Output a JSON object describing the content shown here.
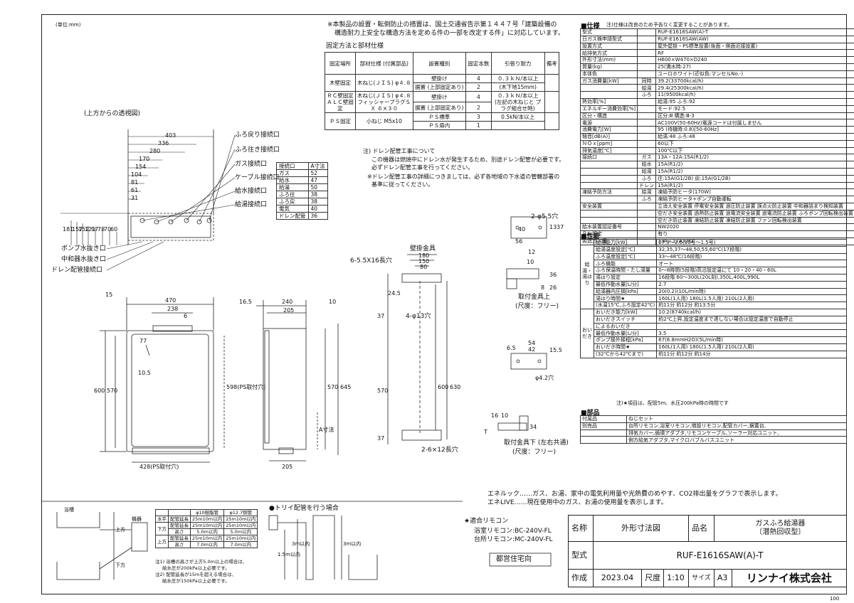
{
  "unit_note": "(単位:mm)",
  "install_notice": [
    "※本製品の設置・転倒防止の措置は、国土交通省告示第１４４７号「建築設備の",
    "構造耐力上安全な構造方法を定める件の一部を改定する件」に対応しています。"
  ],
  "fix_table": {
    "title": "固定方法と部材仕様",
    "headers": [
      "固定場所",
      "部材仕様 (付属部品)",
      "設置種別",
      "固定本数",
      "引張り耐力",
      "備考"
    ],
    "rows": [
      [
        "木壁固定",
        "木ねじ(ＪＩＳ) φ４.８",
        "壁掛け",
        "4",
        "０.３ｋＮ/本以上",
        ""
      ],
      [
        "",
        "",
        "据置 (上部固定あり)",
        "2",
        "(木下地15mm)",
        ""
      ],
      [
        "ＲＣ壁固定 ＡＬＣ壁固定",
        "木ねじ(ＪＩＳ) φ４.８ フィッシャープラグＳＸ ６×３０",
        "壁掛け",
        "4",
        "０.３ｋＮ/本以上 (左記の木ねじと プラグ組合せ時)",
        ""
      ],
      [
        "",
        "",
        "据置 (上部固定あり)",
        "2",
        "",
        ""
      ],
      [
        "ＰＳ固定",
        "小ねじ M5x10",
        "ＰＳ標準",
        "3",
        "0.5kN/本以上",
        ""
      ],
      [
        "",
        "",
        "ＰＳ扉内",
        "1",
        "",
        ""
      ]
    ]
  },
  "drain_note": [
    "注) ドレン配管工事について",
    "この機器は燃焼中にドレン水が発生するため、別途ドレン配管が必要です。",
    "必ずドレン配管工事を行ってください。",
    "※ドレン配管工事の詳細につきましては、必ず各地域の下水道の管轄部署の",
    "基準に従ってください。"
  ],
  "top_view": {
    "label": "(上方からの透視図)",
    "dims": [
      "403",
      "336",
      "280",
      "170",
      "154",
      "104",
      "81",
      "61",
      "31"
    ],
    "vdims": [
      "181",
      "157",
      "152",
      "121",
      "97",
      "78",
      "70",
      "60"
    ],
    "callouts": [
      "ふろ戻り接続口",
      "ふろ往き接続口",
      "ガス接続口",
      "ケーブル接続口",
      "給水接続口",
      "給湯接続口",
      "ポンプ水抜き口",
      "中和器水抜き口",
      "ドレン配管接続口"
    ]
  },
  "conn_table": {
    "headers": [
      "接続口",
      "A寸法"
    ],
    "rows": [
      [
        "ガス",
        "52"
      ],
      [
        "給水",
        "47"
      ],
      [
        "給湯",
        "50"
      ],
      [
        "ふろ往",
        "38"
      ],
      [
        "ふろ戻",
        "38"
      ],
      [
        "電気",
        "40"
      ],
      [
        "ドレン配管",
        "36"
      ]
    ]
  },
  "front_view": {
    "dims": [
      "470",
      "238",
      "6",
      "15",
      "77",
      "10.5",
      "600",
      "570",
      "598(PS取付穴)",
      "428(PS取付穴)"
    ]
  },
  "side_view": {
    "dims": [
      "16.5",
      "240",
      "10",
      "205",
      "570",
      "645",
      "205",
      "A寸法"
    ]
  },
  "bracket_view": {
    "labels": [
      "壁掛金具",
      "6-5.5X16長穴",
      "4-φ13穴",
      "2-6×12長穴"
    ],
    "dims": [
      "180",
      "150",
      "80",
      "24.5",
      "37",
      "570",
      "600",
      "630",
      "37"
    ]
  },
  "fitting_top": {
    "labels": [
      "2-φ5.5穴",
      "取付金具上",
      "(尺度：フリー)"
    ],
    "dims": [
      "40",
      "56",
      "13",
      "37",
      "12",
      "10",
      "36",
      "8",
      "26"
    ]
  },
  "fitting_bottom": {
    "labels": [
      "取付金具下 (左右共通)",
      "(尺度：フリー)"
    ],
    "dims": [
      "54",
      "42",
      "6.5",
      "15.5",
      "φ4.2穴",
      "16",
      "10",
      "34",
      "T"
    ]
  },
  "spec": {
    "heading": "■仕様",
    "note": "注)仕様は改良のため予告なく変更することがあります。",
    "rows": [
      {
        "label": "型式",
        "sub": "",
        "value": "RUF-E1616SAW(A)-T"
      },
      {
        "label": "日ガス検申請型式",
        "sub": "",
        "value": "RUF-E1616SAW(AW)"
      },
      {
        "label": "設置方式",
        "sub": "",
        "value": "屋外壁掛・PS標準設置(後面・側面近接設置)"
      },
      {
        "label": "給排気方式",
        "sub": "",
        "value": "RF"
      },
      {
        "label": "外形寸法(mm)",
        "sub": "",
        "value": "H600×W470×D240"
      },
      {
        "label": "質量(kg)",
        "sub": "",
        "value": "25(満水時:27)"
      },
      {
        "label": "本体色",
        "sub": "",
        "value": "ユーロホワイト(近似色:マンセルNo.-)"
      },
      {
        "label": "ガス消費量[kW]",
        "sub": "同時",
        "value": "39.2(33700kcal/h)"
      },
      {
        "label": "",
        "sub": "給湯",
        "value": "29.4(25300kcal/h)"
      },
      {
        "label": "",
        "sub": "ふろ",
        "value": "11(9500kcal/h)"
      },
      {
        "label": "熱効率[%]",
        "sub": "",
        "value": "給湯:95 ふろ:92"
      },
      {
        "label": "エネルギー消費効率[%]",
        "sub": "",
        "value": "モード:92.5"
      },
      {
        "label": "区分・構造",
        "sub": "",
        "value": "区分:Ⅲ 構造:Ⅲ-3"
      },
      {
        "label": "電源",
        "sub": "",
        "value": "AC100V(50-60Hz)電源コードは付属しません"
      },
      {
        "label": "消費電力[W]",
        "sub": "",
        "value": "95 (待機時:0.8)[50-60Hz]"
      },
      {
        "label": "騒音[dB(A)]",
        "sub": "",
        "value": "給湯:48 ふろ:48"
      },
      {
        "label": "ＮＯｘ[ppm]",
        "sub": "",
        "value": "60以下"
      },
      {
        "label": "排気温度[℃]",
        "sub": "",
        "value": "100℃以下"
      },
      {
        "label": "接続口",
        "sub": "ガス",
        "value": "13A・12A:15A(R1/2)"
      },
      {
        "label": "",
        "sub": "給水",
        "value": "15A(R1/2)"
      },
      {
        "label": "",
        "sub": "給湯",
        "value": "15A(R1/2)"
      },
      {
        "label": "",
        "sub": "ふろ",
        "value": "往:15A(G1/2B) 戻:15A(G1/2B)"
      },
      {
        "label": "",
        "sub": "ドレン",
        "value": "15A(R1/2)"
      },
      {
        "label": "凍結予防方法",
        "sub": "給湯",
        "value": "凍結予防ヒータ(170W)"
      },
      {
        "label": "",
        "sub": "ふろ",
        "value": "凍結予防ヒータ+ポンプ自動運転"
      },
      {
        "label": "安全装置",
        "sub": "",
        "value": "立消え安全装置 停電安全装置 過圧防止装置 誤点火防止装置 中和器詰まり検知装置"
      },
      {
        "label": "",
        "sub": "",
        "value": "空だき安全装置 過熱防止装置 過電流安全装置 過電流防止装置 ふろポンプ回転検出装置"
      },
      {
        "label": "",
        "sub": "",
        "value": "空だき防止装置 凍結防止装置 凍結防止装置 ファン回転検出装置"
      },
      {
        "label": "給水装置認証番号",
        "sub": "",
        "value": "NW2020"
      },
      {
        "label": "ＢＬ認定",
        "sub": "",
        "value": "有り"
      },
      {
        "label": "製造ガス種",
        "sub": "",
        "value": "13A・12A,LPG"
      }
    ]
  },
  "perf": {
    "heading": "■性能",
    "group1": "給湯・湯はり",
    "group2": "おいだき",
    "rows": [
      {
        "label": "給湯能力[kW]",
        "value": "27.9～2.6(16号～1.5号)"
      },
      {
        "label": "給湯温度設定[℃]",
        "value": "32,35,37～48,50,55,60℃(17段階)"
      },
      {
        "label": "ふろ温度設定[℃]",
        "value": "33～48℃(16段階)"
      },
      {
        "label": "ふろ機能",
        "value": "オート"
      },
      {
        "label": "ふろ保温時間・たし湯量",
        "value": "0～8時間(5段階)高沿設定温にて 10・20・40・60L"
      },
      {
        "label": "湯はり設定",
        "value": "16段階 60～300L(20L刻),350L,400L,990L"
      },
      {
        "label": "最低作動水量[L/分]",
        "value": "2.7"
      },
      {
        "label": "給湯器内圧損[kPa]",
        "value": "20(0.2)(10L/min時)"
      },
      {
        "label": "湯はり時間★",
        "value": "160L(1人用) 180L(1.5人用) 210L(2人用)"
      },
      {
        "label": "(水温15℃,ふろ設定42℃)",
        "value": "約11分 約12分 約13.5分"
      },
      {
        "label": "おいだき能力[kW]",
        "value": "10.2(8740kcal/h)"
      },
      {
        "label": "おいだきスイッチ",
        "value": "約2℃上昇,設定温度まで達しない場合は設定温度で自動停止"
      },
      {
        "label": "によるおいだき",
        "value": ""
      },
      {
        "label": "最低作動水量[L/分]",
        "value": "3.5"
      },
      {
        "label": "ポンプ揚外揚程[kPa]",
        "value": "67(6.8mmH2O)(5L/min時)"
      },
      {
        "label": "おいだき時間★",
        "value": "160L(1人用) 180L(1.5人用) 210L(2人用)"
      },
      {
        "label": "(32℃から42℃まで)",
        "value": "約11分 約12分 約14分"
      }
    ],
    "footnote": "注)★項目は、配管5m、水圧200kPa時の時間です"
  },
  "parts": {
    "heading": "■部品",
    "rows": [
      {
        "label": "付属品",
        "value": "ねじセット"
      },
      {
        "label": "別売品",
        "value": "台所リモコン,浴室リモコン,増設リモコン,配管カバー,据置台,"
      },
      {
        "label": "",
        "value": "排気カバー,循環アダプタ,リモコンケーブル,ソーラー対応ユニット,"
      },
      {
        "label": "",
        "value": "側方給気アダプタ,マイクロバブルバスユニット"
      }
    ]
  },
  "eneluck": [
    "エネルック……ガス、お湯、家中の電気利用量や光熱費のめやす、CO2排出量をグラフで表示します。",
    "エネLIVE……現在使用中のガス、お湯の使用量を表示します。"
  ],
  "remote": {
    "heading": "★適合リモコン",
    "lines": [
      "浴室リモコン:BC-240V-FL",
      "台所リモコン:MC-240V-FL"
    ],
    "stamp": "都営住宅向"
  },
  "pipe_table": {
    "headers": [
      "",
      "",
      "φ10樹脂管",
      "φ12.7銅管"
    ],
    "rows": [
      [
        "水平",
        "配管延長",
        "25m10m以内",
        "25m10m以内"
      ],
      [
        "下方",
        "配管延長",
        "25m10m以内",
        "25m10m以内"
      ],
      [
        "",
        "高さ",
        "5.0m以内",
        "5.0m以内"
      ],
      [
        "上方",
        "配管延長",
        "25m10m以内",
        "25m10m以内"
      ],
      [
        "",
        "高さ",
        "7.0m以内",
        "7.0m以内"
      ]
    ],
    "notes": [
      "注1) 浴槽の高さが上方5.0m以上の場合は、",
      "給水圧が200kPa以上必要です。",
      "注2) 配管延長が15mを超える場合は、",
      "給水圧が150kPa以上必要です。"
    ],
    "labels": {
      "tank": "浴槽",
      "boiler": "機器",
      "up": "上方",
      "down": "下方"
    }
  },
  "trap": {
    "heading": "●トリイ配管を行う場合",
    "labels": [
      "1.5m以内",
      "3m以内",
      "3m以内"
    ]
  },
  "title_block": {
    "name_label": "名称",
    "name_value": "外形寸法図",
    "product_label": "品名",
    "product_value": [
      "ガスふろ給湯器",
      "〔潜熱回収型〕"
    ],
    "model_label": "型式",
    "model_value": "RUF-E1616SAW(A)-T",
    "made_label": "作成",
    "date": "2023.04",
    "scale_label": "尺度",
    "scale": "1:10",
    "size_label": "サイズ",
    "size": "A3",
    "company": "リンナイ株式会社"
  },
  "page_no": "100"
}
